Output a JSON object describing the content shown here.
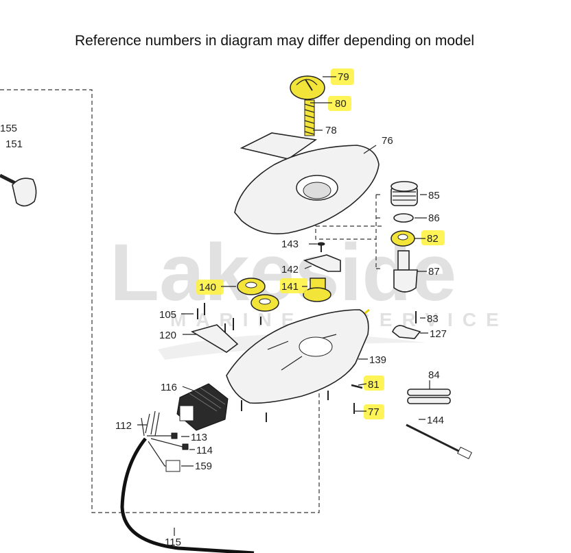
{
  "header": {
    "note": "Reference numbers in diagram may differ depending on model"
  },
  "watermark": {
    "brand": "Lakeside",
    "tagline": "MARINE & SERVICE"
  },
  "callouts": {
    "c79": "79",
    "c80": "80",
    "c78": "78",
    "c76": "76",
    "c85": "85",
    "c86": "86",
    "c82": "82",
    "c87": "87",
    "c143": "143",
    "c142": "142",
    "c141": "141",
    "c140": "140",
    "c105": "105",
    "c120": "120",
    "c83": "83",
    "c127": "127",
    "c139": "139",
    "c116": "116",
    "c81": "81",
    "c77": "77",
    "c84": "84",
    "c144": "144",
    "c112": "112",
    "c113": "113",
    "c114": "114",
    "c159": "159",
    "c115": "115",
    "c155": "155",
    "c151": "151"
  },
  "highlight_color": "#fff23a"
}
